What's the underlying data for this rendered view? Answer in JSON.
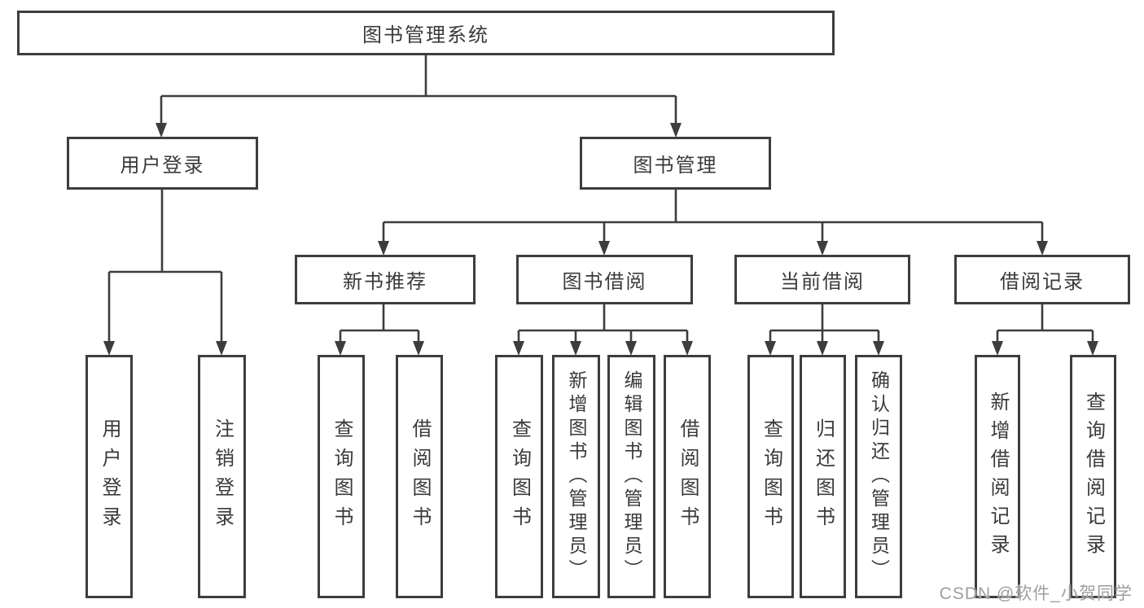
{
  "diagram": {
    "root": {
      "label": "图书管理系统"
    },
    "level1": [
      {
        "label": "用户登录"
      },
      {
        "label": "图书管理"
      }
    ],
    "level2": [
      {
        "label": "新书推荐"
      },
      {
        "label": "图书借阅"
      },
      {
        "label": "当前借阅"
      },
      {
        "label": "借阅记录"
      }
    ],
    "leaves": {
      "login": [
        "用户登录",
        "注销登录"
      ],
      "recommend": [
        "查询图书",
        "借阅图书"
      ],
      "borrow": [
        "查询图书",
        "新增图书（管理员）",
        "编辑图书（管理员）",
        "借阅图书"
      ],
      "current": [
        "查询图书",
        "归还图书",
        "确认归还（管理员）"
      ],
      "records": [
        "新增借阅记录",
        "查询借阅记录"
      ]
    }
  },
  "watermark": {
    "text": "CSDN @软件_小贺同学"
  },
  "colors": {
    "line": "#3d3d3d",
    "text": "#3a3a3a",
    "watermark": "#9e9e9e",
    "background": "#ffffff"
  }
}
